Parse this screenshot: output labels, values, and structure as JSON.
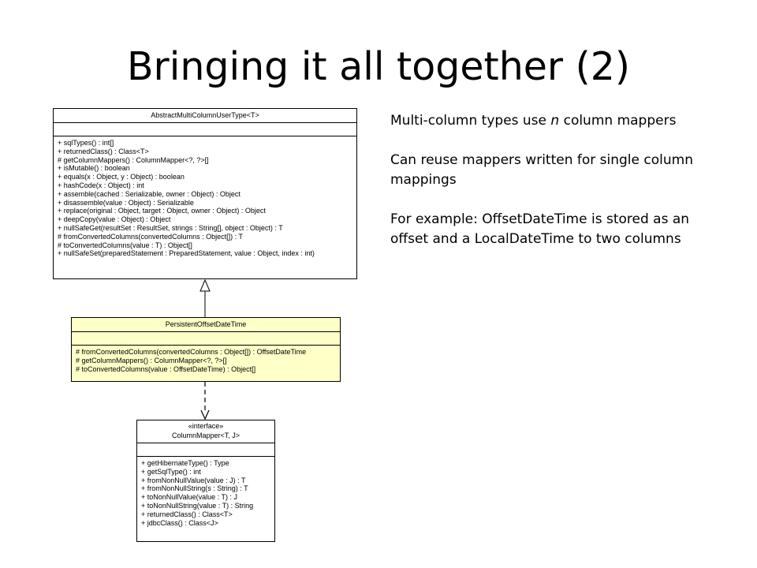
{
  "slide": {
    "title": "Bringing it all together (2)"
  },
  "diagram": {
    "abstract_class": {
      "name": "AbstractMultiColumnUserType<T>",
      "operations": [
        "+ sqlTypes() : int[]",
        "+ returnedClass() : Class<T>",
        "# getColumnMappers() : ColumnMapper<?, ?>[]",
        "+ isMutable() : boolean",
        "+ equals(x : Object, y : Object) : boolean",
        "+ hashCode(x : Object) : int",
        "+ assemble(cached : Serializable, owner : Object) : Object",
        "+ disassemble(value : Object) : Serializable",
        "+ replace(original : Object, target : Object, owner : Object) : Object",
        "+ deepCopy(value : Object) : Object",
        "+ nullSafeGet(resultSet : ResultSet, strings : String[], object : Object) : T",
        "# fromConvertedColumns(convertedColumns : Object[]) : T",
        "# toConvertedColumns(value : T) : Object[]",
        "+ nullSafeSet(preparedStatement : PreparedStatement, value : Object, index : int)"
      ]
    },
    "persistent_class": {
      "name": "PersistentOffsetDateTime",
      "operations": [
        "# fromConvertedColumns(convertedColumns : Object[]) : OffsetDateTime",
        "# getColumnMappers() : ColumnMapper<?, ?>[]",
        "# toConvertedColumns(value : OffsetDateTime) : Object[]"
      ]
    },
    "interface": {
      "stereotype": "«interface»",
      "name": "ColumnMapper<T, J>",
      "operations": [
        "+ getHibernateType() : Type",
        "+ getSqlType() : int",
        "+ fromNonNullValue(value : J) : T",
        "+ fromNonNullString(s : String) : T",
        "+ toNonNullValue(value : T) : J",
        "+ toNonNullString(value : T) : String",
        "+ returnedClass() : Class<T>",
        "+ jdbcClass() : Class<J>"
      ]
    }
  },
  "notes": {
    "note1_before": "Multi-column types use ",
    "note1_italic": "n",
    "note1_after": " column mappers",
    "note2": "Can reuse mappers written for single column mappings",
    "note3": "For example: OffsetDateTime is stored as an offset and a LocalDateTime to two columns"
  }
}
